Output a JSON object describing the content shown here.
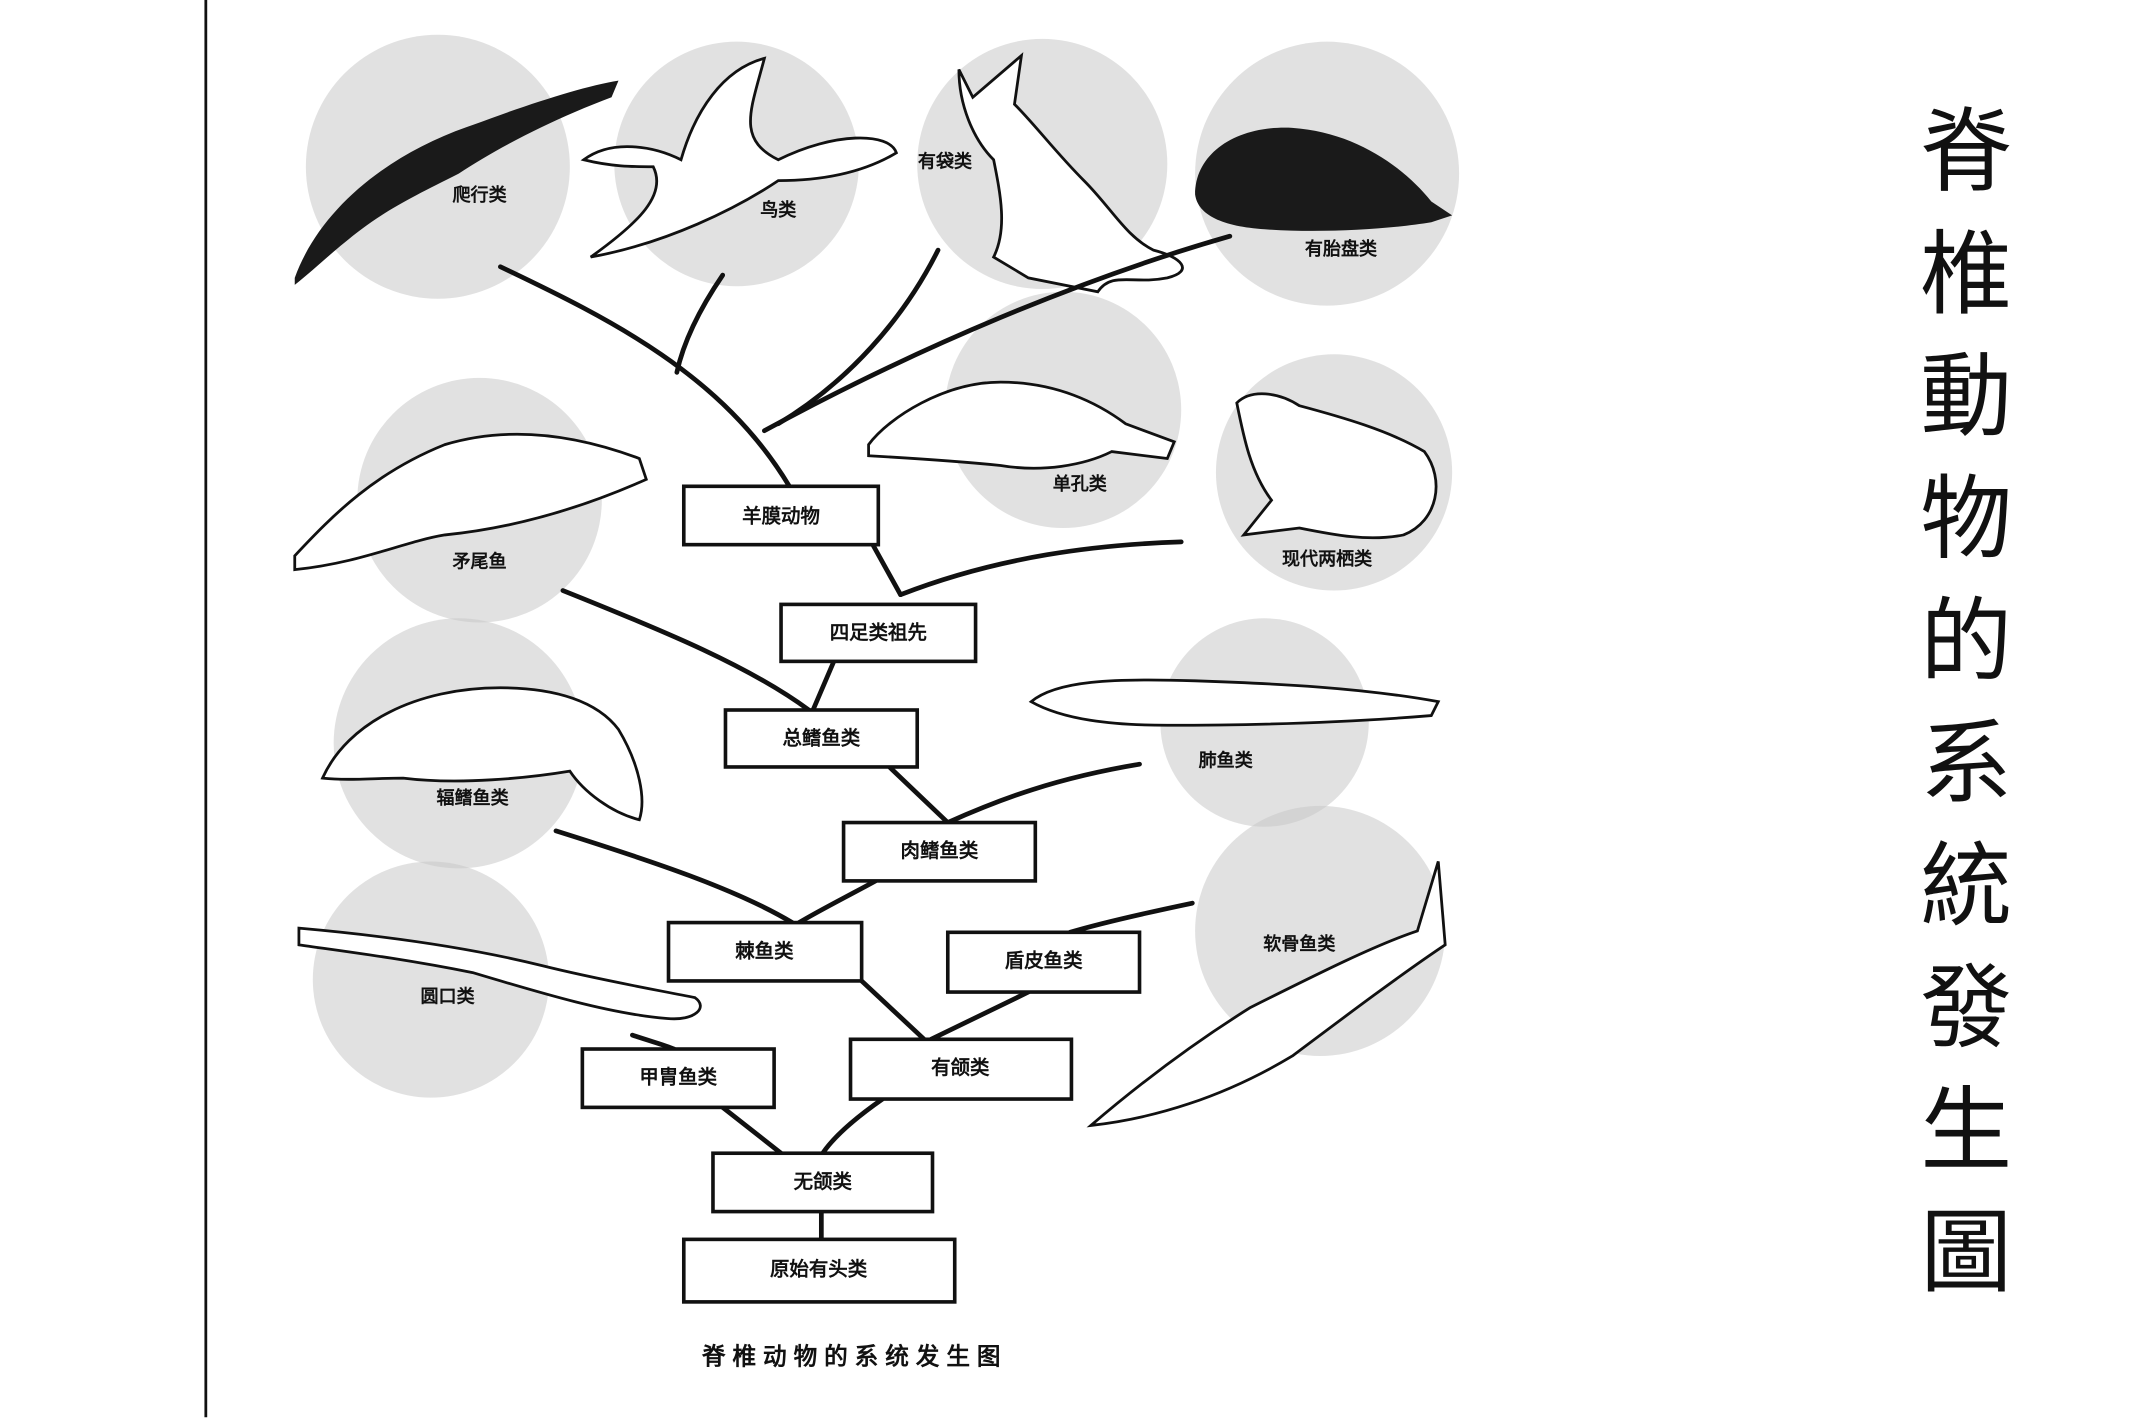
{
  "title": "脊椎動物的系統發生圖",
  "title_chars": [
    "脊",
    "椎",
    "動",
    "物",
    "的",
    "系",
    "統",
    "發",
    "生",
    "圖"
  ],
  "caption": "脊椎动物的系统发生图",
  "nodes": {
    "amniota": "羊膜动物",
    "tetrapod_ancestor": "四足类祖先",
    "crossopterygii": "总鳍鱼类",
    "sarcopterygii": "肉鳍鱼类",
    "acanthodii": "棘鱼类",
    "placodermi": "盾皮鱼类",
    "ostracodermi": "甲胄鱼类",
    "gnathostomata": "有颌类",
    "agnatha": "无颌类",
    "primitive_craniata": "原始有头类"
  },
  "animals": {
    "reptiles": "爬行类",
    "birds": "鸟类",
    "marsupials": "有袋类",
    "placentals": "有胎盘类",
    "monotremes": "单孔类",
    "coelacanth": "矛尾鱼",
    "modern_amphibians": "现代两栖类",
    "ray_finned_fish": "辐鳍鱼类",
    "lungfish": "肺鱼类",
    "cyclostomes": "圆口类",
    "cartilaginous_fish": "软骨鱼类"
  }
}
